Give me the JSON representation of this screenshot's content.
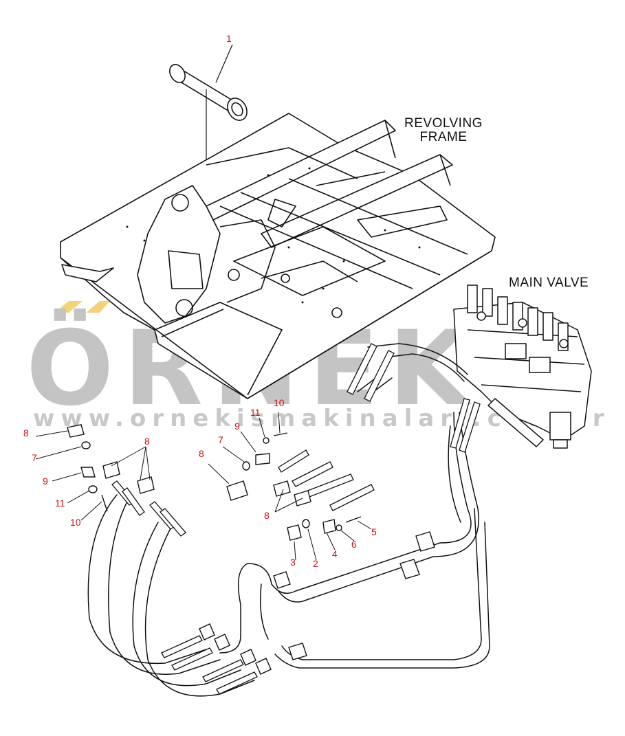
{
  "labels": {
    "revolving_frame": "REVOLVING\nFRAME",
    "main_valve": "MAIN VALVE"
  },
  "watermark": {
    "brand": "ÖRNEK",
    "url": "www.ornekismakinalari.com.tr"
  },
  "callouts": [
    {
      "id": "1",
      "text": "1"
    },
    {
      "id": "2",
      "text": "2"
    },
    {
      "id": "3",
      "text": "3"
    },
    {
      "id": "4",
      "text": "4"
    },
    {
      "id": "5",
      "text": "5"
    },
    {
      "id": "6",
      "text": "6"
    },
    {
      "id": "7a",
      "text": "7"
    },
    {
      "id": "7b",
      "text": "7"
    },
    {
      "id": "8a",
      "text": "8"
    },
    {
      "id": "8b",
      "text": "8"
    },
    {
      "id": "8c",
      "text": "8"
    },
    {
      "id": "8d",
      "text": "8"
    },
    {
      "id": "9a",
      "text": "9"
    },
    {
      "id": "9b",
      "text": "9"
    },
    {
      "id": "10a",
      "text": "10"
    },
    {
      "id": "10b",
      "text": "10"
    },
    {
      "id": "11a",
      "text": "11"
    },
    {
      "id": "11b",
      "text": "11"
    }
  ],
  "colors": {
    "callout": "#d01010",
    "line": "#111111",
    "watermark": "#bdbdbd",
    "watermark_accent": "#f2d27a"
  }
}
